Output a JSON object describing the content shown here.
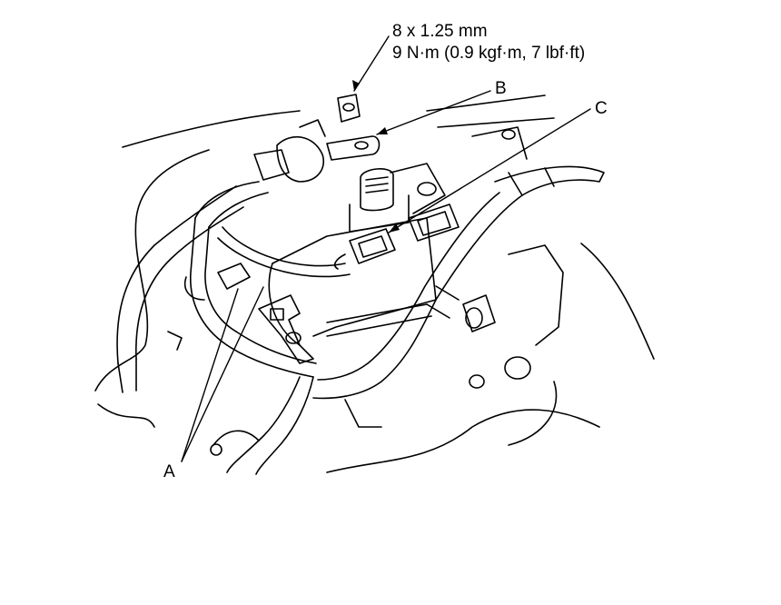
{
  "torque_spec": {
    "bolt_size": "8 x 1.25 mm",
    "torque": "9 N·m (0.9 kgf·m, 7 lbf·ft)"
  },
  "callouts": {
    "a": "A",
    "b": "B",
    "c": "C"
  }
}
